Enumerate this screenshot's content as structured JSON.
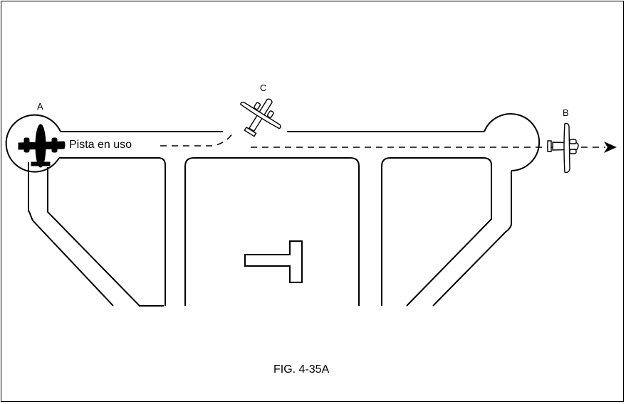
{
  "labels": {
    "plane_a": "A",
    "plane_b": "B",
    "plane_c": "C",
    "runway": "Pista en uso",
    "caption": "FIG. 4-35A"
  },
  "colors": {
    "line": "#000000",
    "background": "#ffffff"
  },
  "icons": {
    "plane_a": "airplane-dark-icon",
    "plane_b": "airplane-outline-icon",
    "plane_c": "airplane-outline-icon",
    "wind_indicator": "wind-tee-icon",
    "path_arrow": "arrow-right-icon"
  }
}
